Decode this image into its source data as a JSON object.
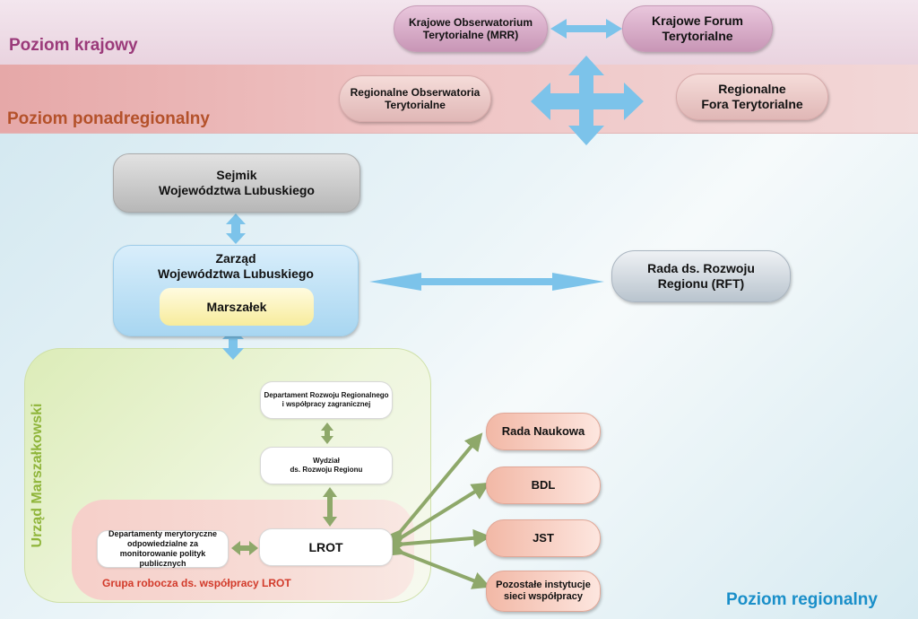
{
  "levels": {
    "national": "Poziom krajowy",
    "supraregional": "Poziom ponadregionalny",
    "regional": "Poziom regionalny"
  },
  "national": {
    "observatory": "Krajowe Obserwatorium\nTerytorialne (MRR)",
    "forum": "Krajowe Forum\nTerytorialne"
  },
  "supraregional": {
    "observatories": "Regionalne Obserwatoria\nTerytorialne",
    "fora": "Regionalne\nFora Terytorialne"
  },
  "regional": {
    "sejmik": "Sejmik\nWojewództwa Lubuskiego",
    "zarzad": "Zarząd\nWojewództwa Lubuskiego",
    "marszalek": "Marszałek",
    "rada_rft": "Rada ds. Rozwoju\nRegionu (RFT)"
  },
  "urzad": {
    "label": "Urząd Marszałkowski",
    "departament": "Departament Rozwoju Regionalnego\ni współpracy zagranicznej",
    "wydzial": "Wydział\nds. Rozwoju Regionu",
    "lrot": "LROT",
    "departamenty": "Departamenty merytoryczne\nodpowiedzialne za\nmonitorowanie polityk\npublicznych",
    "group_label": "Grupa robocza ds. współpracy LROT"
  },
  "partners": {
    "rada_naukowa": "Rada Naukowa",
    "bdl": "BDL",
    "jst": "JST",
    "pozostale": "Pozostałe instytucje\nsieci współpracy"
  },
  "colors": {
    "national_label": "#9b3a7a",
    "supra_label": "#b4512a",
    "regional_label": "#1a8fc9",
    "blue_arrow": "#7cc3ea",
    "green_arrow": "#8ea86a"
  }
}
